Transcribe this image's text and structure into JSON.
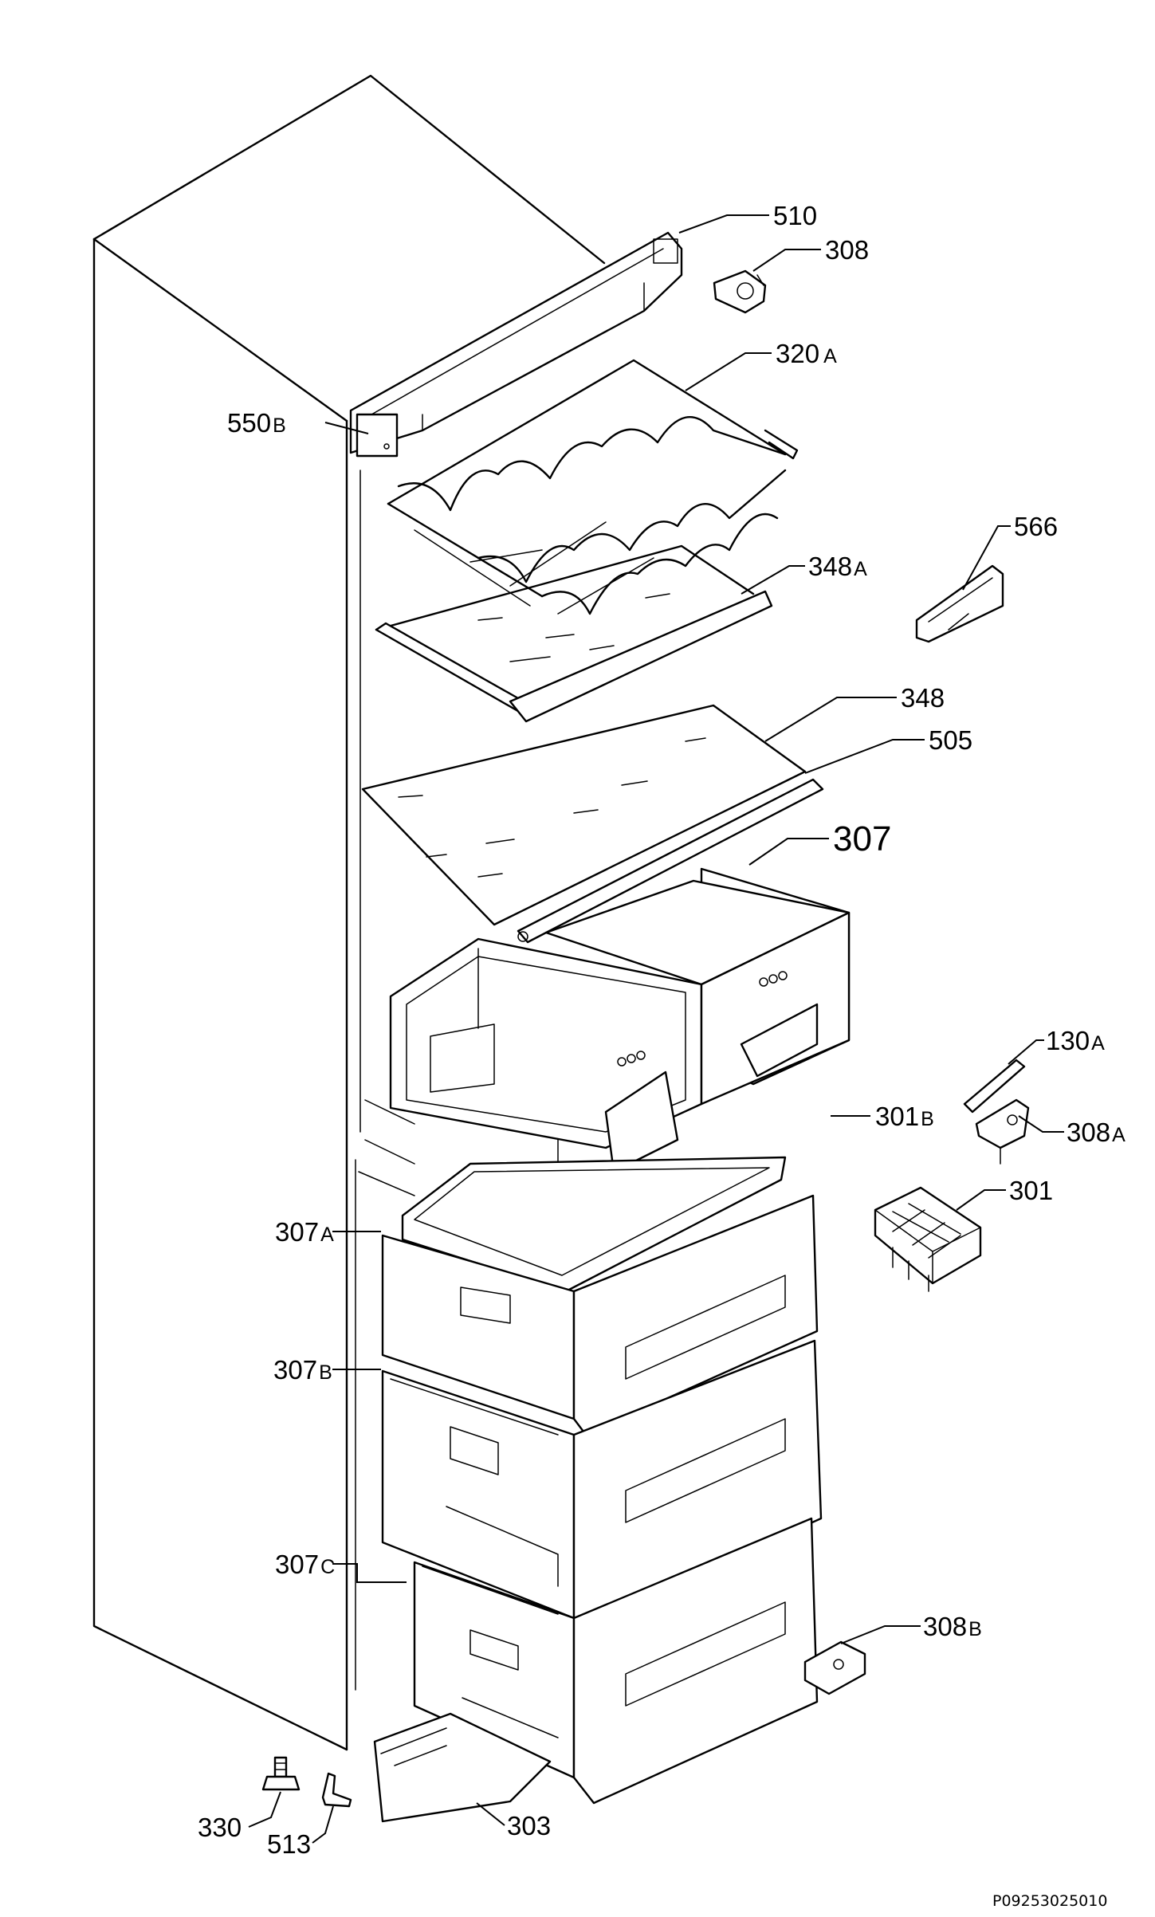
{
  "labels": {
    "l510": "510",
    "l308": "308",
    "l320": "320",
    "l320s": "A",
    "l550": "550",
    "l550s": "B",
    "l566": "566",
    "l348a": "348",
    "l348as": "A",
    "l348": "348",
    "l505": "505",
    "l307": "307",
    "l130": "130",
    "l130s": "A",
    "l301b": "301",
    "l301bs": "B",
    "l308a": "308",
    "l308as": "A",
    "l301": "301",
    "l307a": "307",
    "l307as": "A",
    "l307b": "307",
    "l307bs": "B",
    "l307c": "307",
    "l307cs": "C",
    "l308b": "308",
    "l308bs": "B",
    "l303": "303",
    "l330": "330",
    "l513": "513"
  },
  "reference_code": "P09253025010"
}
